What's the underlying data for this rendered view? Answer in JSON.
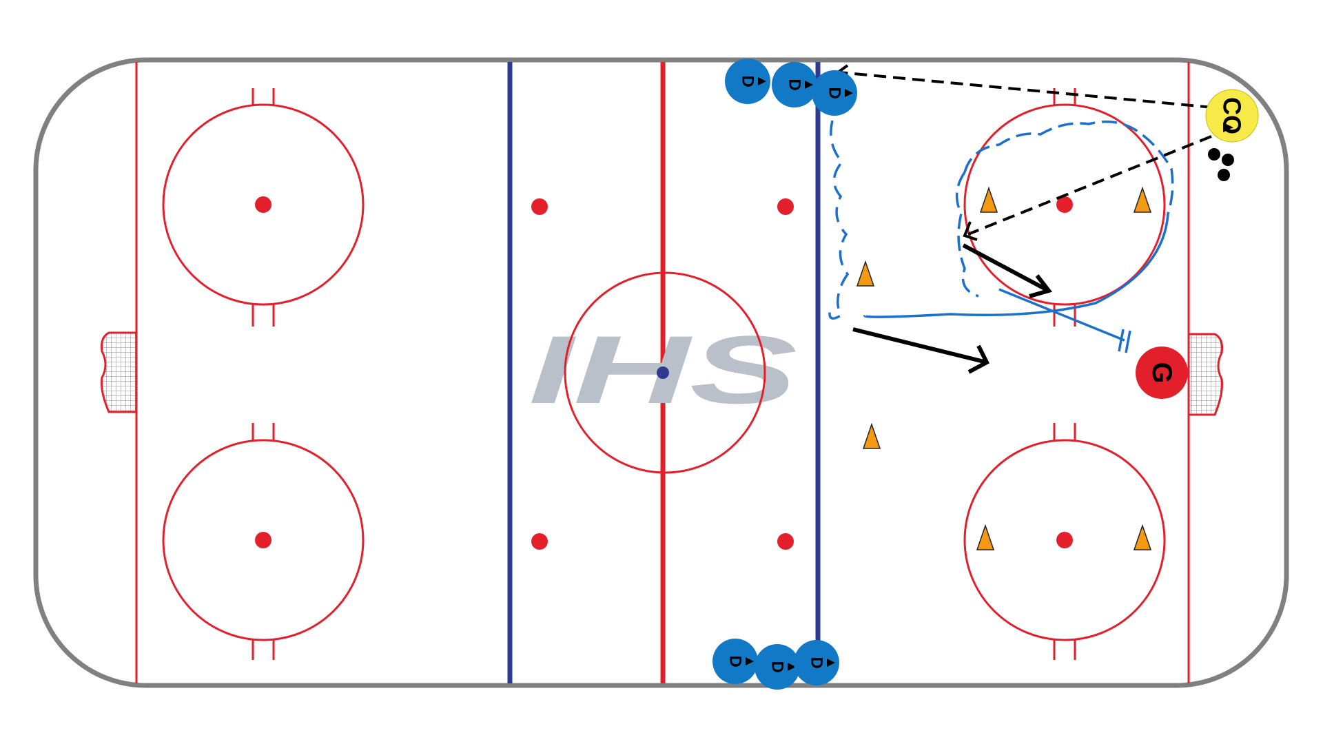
{
  "watermark": {
    "text": "IHS",
    "color": "#b9c0ca"
  },
  "colors": {
    "board": "#808080",
    "red_line": "#e41f2c",
    "blue_line": "#2e3a8f",
    "defense": "#1279c6",
    "coach": "#f7ea48",
    "goalie": "#e41f2c",
    "cone": "#f39a12",
    "pass": "#000000",
    "skate": "#1a6fd0"
  },
  "players": {
    "defense_top": [
      "D",
      "D",
      "D"
    ],
    "defense_bottom": [
      "D",
      "D",
      "D"
    ],
    "coach": "CO",
    "goalie": "G"
  },
  "icons": {
    "cone": "cone-icon",
    "puck": "puck-icon",
    "net": "net-icon"
  }
}
